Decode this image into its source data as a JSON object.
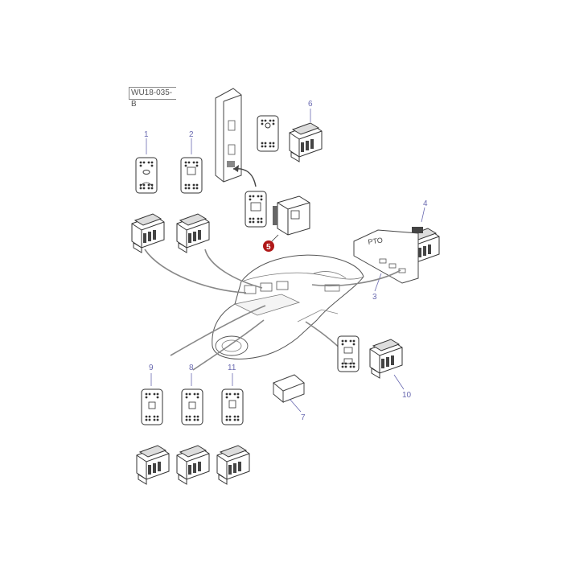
{
  "diagram": {
    "reference_code": "WU18-035-B",
    "highlighted_part": "5",
    "callout_color": "#6a6ab0",
    "highlight_color": "#b01818",
    "pto_label": "PTO",
    "parts": [
      {
        "id": "p1",
        "number": "1"
      },
      {
        "id": "p2",
        "number": "2"
      },
      {
        "id": "p3",
        "number": "3"
      },
      {
        "id": "p4",
        "number": "4"
      },
      {
        "id": "p5",
        "number": "5"
      },
      {
        "id": "p6",
        "number": "6"
      },
      {
        "id": "p7",
        "number": "7"
      },
      {
        "id": "p8",
        "number": "8"
      },
      {
        "id": "p9",
        "number": "9"
      },
      {
        "id": "p10",
        "number": "10"
      },
      {
        "id": "p11",
        "number": "11"
      }
    ]
  }
}
